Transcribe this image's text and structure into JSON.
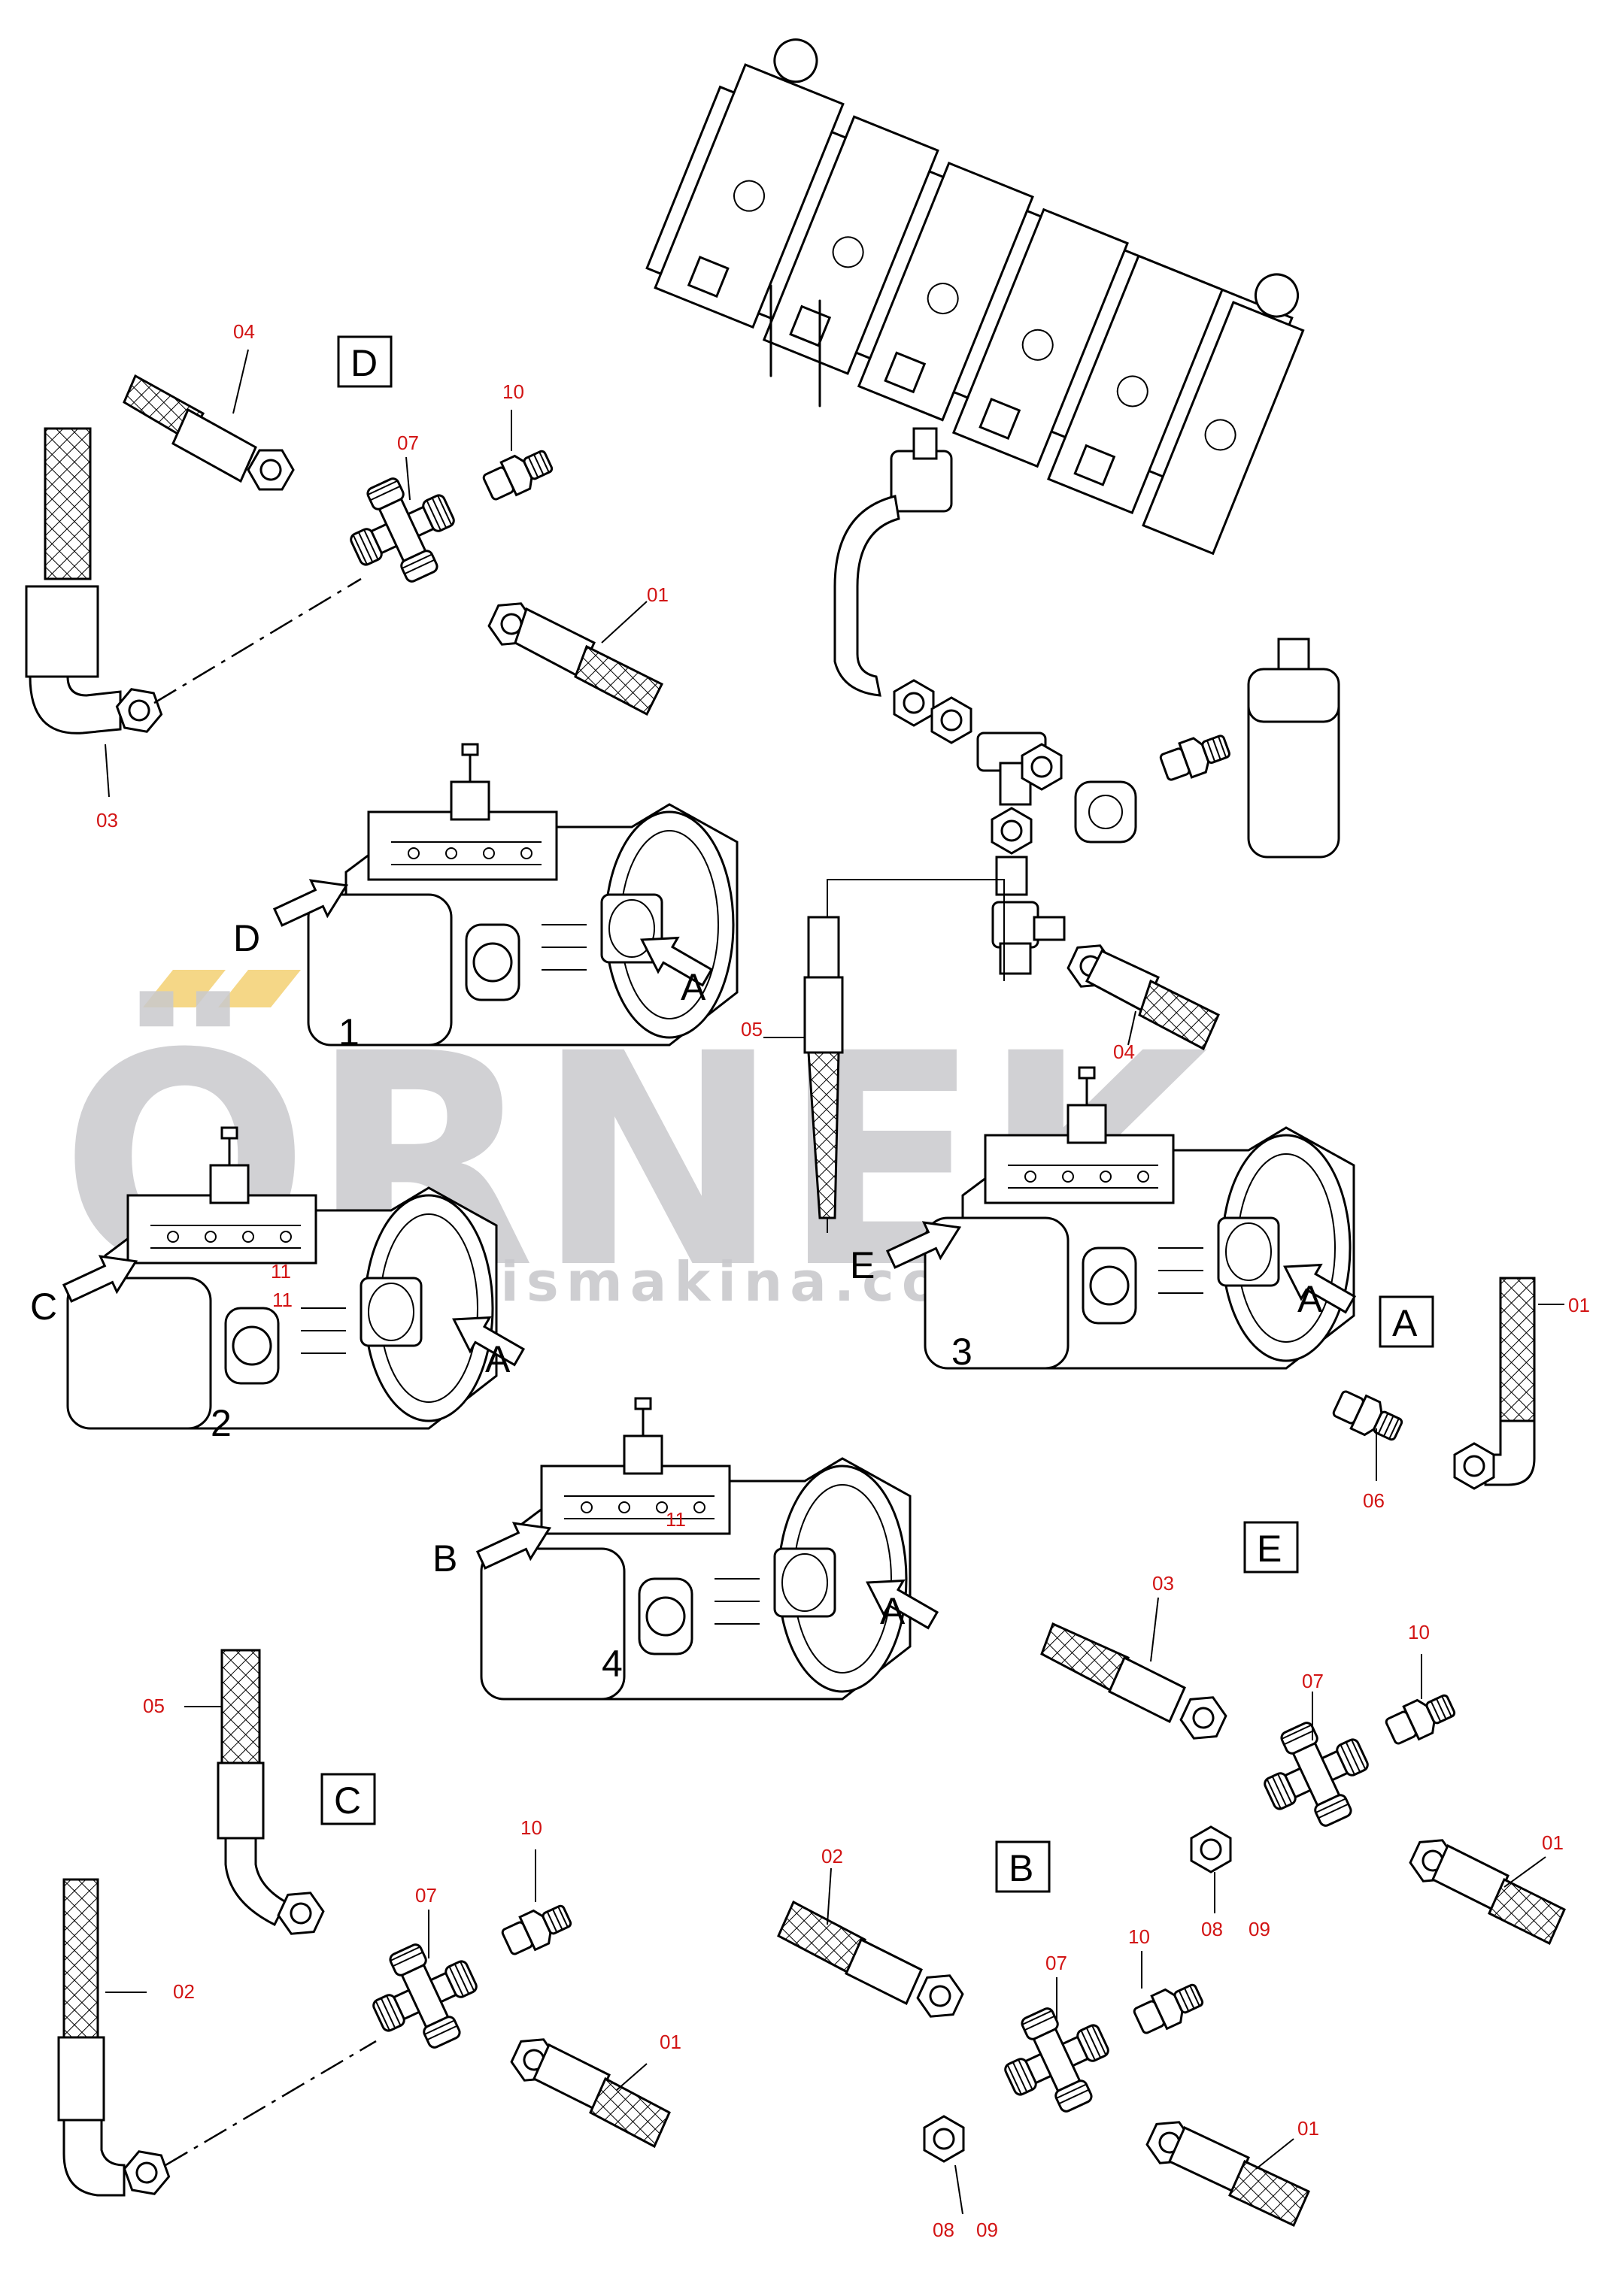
{
  "watermark": {
    "main": "ÖRNEK",
    "url": "www.ornekismakina.com.tr"
  },
  "view_labels": {
    "A": "A",
    "B": "B",
    "C": "C",
    "D": "D",
    "E": "E"
  },
  "pump_numbers": {
    "p1": "1",
    "p2": "2",
    "p3": "3",
    "p4": "4"
  },
  "callouts": {
    "D_04": "04",
    "D_10": "10",
    "D_07": "07",
    "D_01": "01",
    "D_03": "03",
    "T_05": "05",
    "T_04": "04",
    "A_01": "01",
    "A_06": "06",
    "E_03": "03",
    "E_10": "10",
    "E_07": "07",
    "E_01": "01",
    "E_08": "08",
    "E_09": "09",
    "C_05": "05",
    "C_10": "10",
    "C_07": "07",
    "C_02": "02",
    "C_01": "01",
    "B_02": "02",
    "B_10": "10",
    "B_07": "07",
    "B_01": "01",
    "B_08": "08",
    "B_09": "09",
    "p2_11a": "11",
    "p2_11b": "11",
    "p4_11": "11"
  },
  "colors": {
    "callout": "#d21414",
    "line": "#000000",
    "watermark": "#c9c9cd",
    "watermark_accent": "#f4d37a"
  }
}
